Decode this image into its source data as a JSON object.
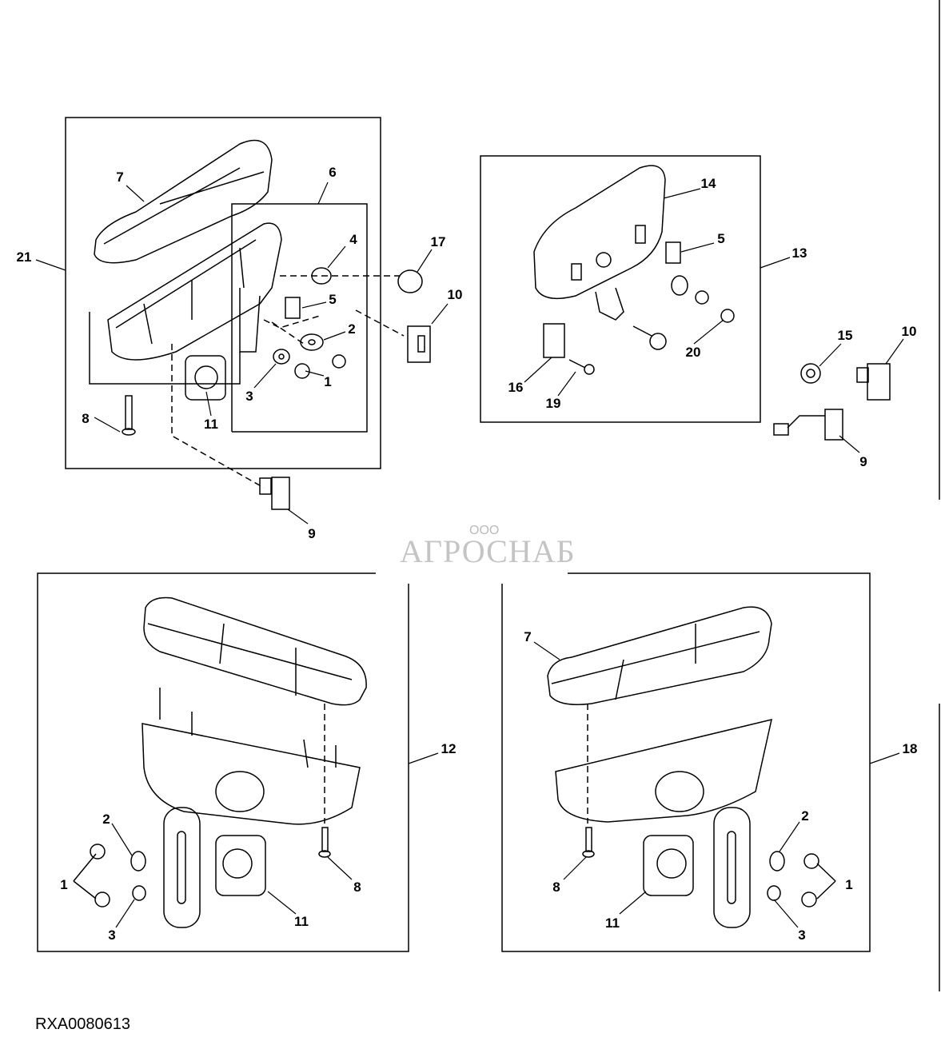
{
  "figure_code": "RXA0080613",
  "watermark": {
    "prefix": "ООО",
    "name": "АГРОСНАБ"
  },
  "callouts": {
    "a7": "7",
    "a6": "6",
    "a21": "21",
    "a4": "4",
    "a17": "17",
    "a5": "5",
    "a10": "10",
    "a2": "2",
    "a3": "3",
    "a1": "1",
    "a11": "11",
    "a8": "8",
    "a9": "9",
    "b14": "14",
    "b5": "5",
    "b13": "13",
    "b16": "16",
    "b19": "19",
    "b20": "20",
    "l15": "15",
    "l10": "10",
    "l9": "9",
    "c12": "12",
    "c2": "2",
    "c1": "1",
    "c3": "3",
    "c8": "8",
    "c11": "11",
    "d7": "7",
    "d18": "18",
    "d2": "2",
    "d1": "1",
    "d3": "3",
    "d8": "8",
    "d11": "11"
  }
}
